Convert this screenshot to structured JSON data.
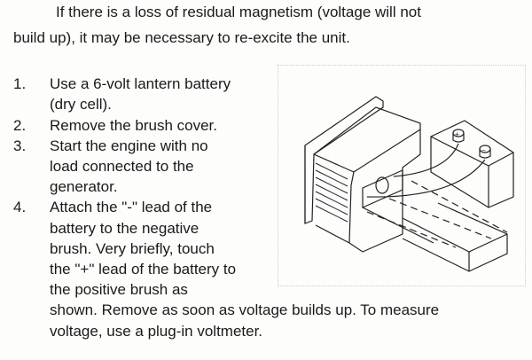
{
  "intro": [
    "If there is a loss of residual magnetism (voltage will not",
    "build up), it may be necessary to re-excite the unit."
  ],
  "steps": [
    {
      "num": "1.",
      "lines": [
        "Use a 6-volt lantern battery",
        "(dry cell)."
      ]
    },
    {
      "num": "2.",
      "lines": [
        "Remove the brush cover."
      ]
    },
    {
      "num": "3.",
      "lines": [
        "Start the engine with no",
        "load connected to the",
        "generator."
      ]
    },
    {
      "num": "4.",
      "lines": [
        "Attach the \"-\" lead of the",
        "battery to the negative",
        "brush. Very briefly, touch",
        "the \"+\" lead of the battery to",
        "the positive brush as",
        "shown. Remove as soon as voltage builds up. To measure",
        "voltage, use a plug-in voltmeter."
      ]
    }
  ],
  "figure": {
    "battery_pos": "+",
    "battery_neg": "−"
  }
}
